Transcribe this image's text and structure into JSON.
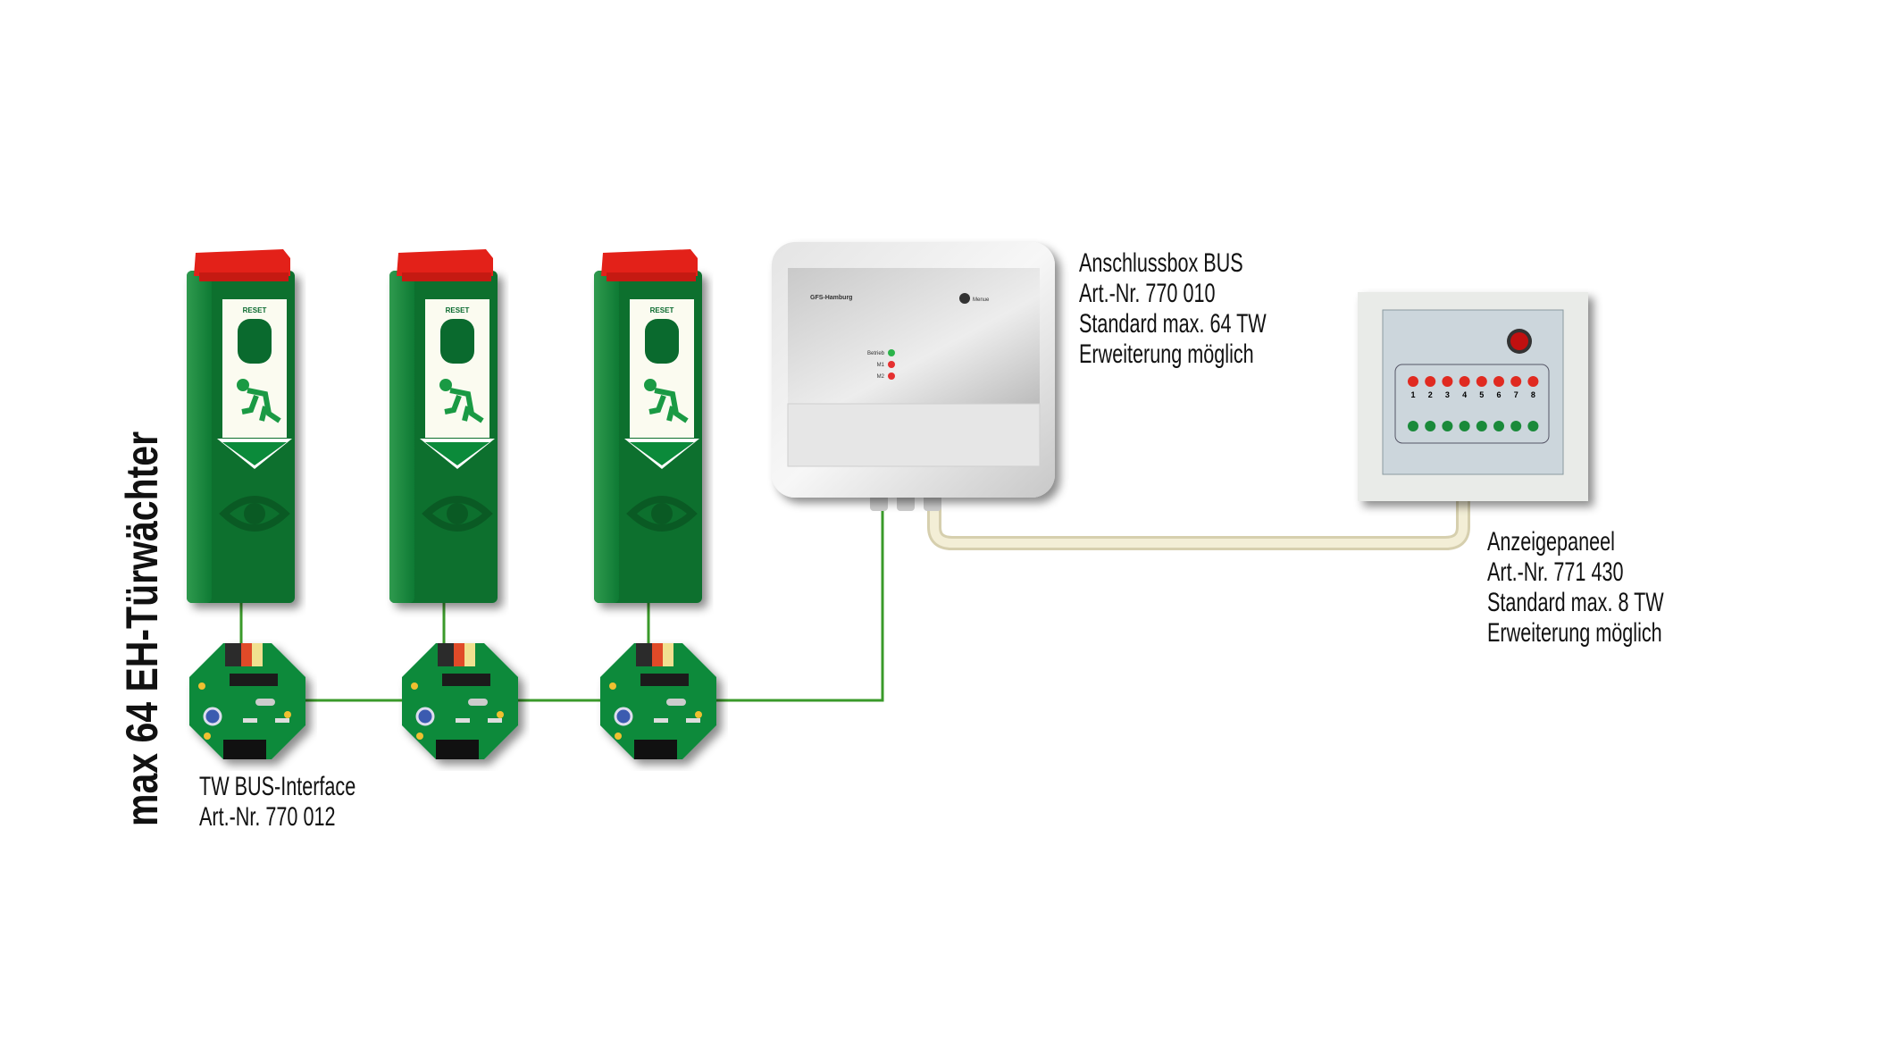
{
  "title": "max 64 EH-Türwächter",
  "interface_label": {
    "line1": "TW BUS-Interface",
    "line2": "Art.-Nr. 770 012"
  },
  "box_label": {
    "line1": "Anschlussbox BUS",
    "line2": "Art.-Nr. 770 010",
    "line3": "Standard max. 64 TW",
    "line4": "Erweiterung möglich"
  },
  "panel_label": {
    "line1": "Anzeigepaneel",
    "line2": "Art.-Nr. 771 430",
    "line3": "Standard max. 8 TW",
    "line4": "Erweiterung möglich"
  },
  "box_device": {
    "brand": "GFS-Hamburg",
    "menu": "Menue",
    "led1": "Betrieb",
    "led2": "M1",
    "led3": "M2"
  },
  "door_guard": {
    "reset": "RESET"
  },
  "panel_device": {
    "numbers": [
      "1",
      "2",
      "3",
      "4",
      "5",
      "6",
      "7",
      "8"
    ]
  },
  "colors": {
    "bus_line": "#3a9a2a",
    "guard_green": "#0d7a32",
    "guard_red": "#e32119",
    "cable": "#efe8c8"
  }
}
